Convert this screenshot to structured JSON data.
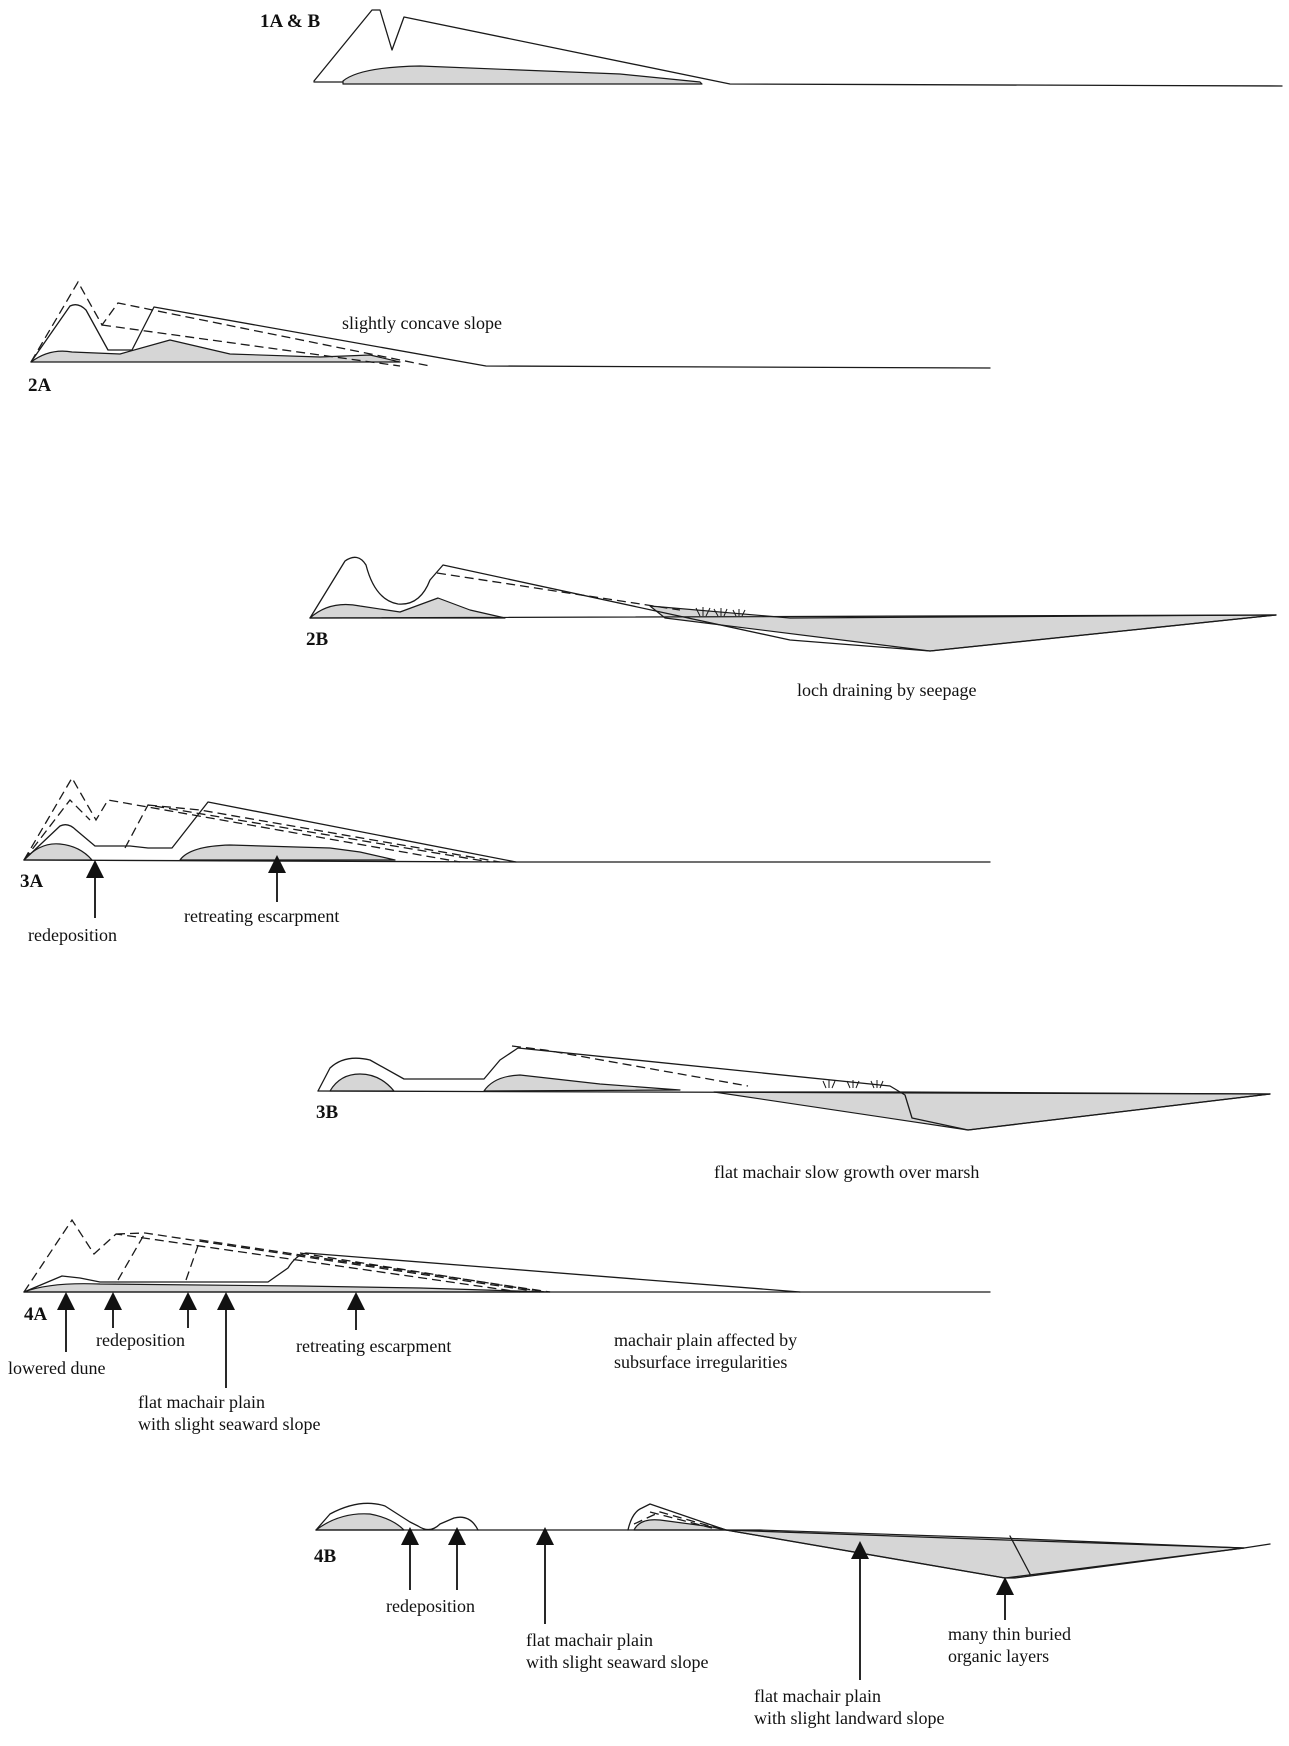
{
  "panels": {
    "p1": {
      "tag": "1A & B"
    },
    "p2a": {
      "tag": "2A",
      "note": "slightly concave slope"
    },
    "p2b": {
      "tag": "2B",
      "note": "loch draining by seepage"
    },
    "p3a": {
      "tag": "3A",
      "redeposition": "redeposition",
      "retreating": "retreating escarpment"
    },
    "p3b": {
      "tag": "3B",
      "note": "flat machair slow growth over marsh"
    },
    "p4a": {
      "tag": "4A",
      "lowered_dune": "lowered dune",
      "redeposition": "redeposition",
      "flat_line1": "flat machair plain",
      "flat_line2": "with slight seaward slope",
      "retreating": "retreating escarpment",
      "affected_line1": "machair plain affected by",
      "affected_line2": "subsurface irregularities"
    },
    "p4b": {
      "tag": "4B",
      "redeposition": "redeposition",
      "seaward_line1": "flat machair plain",
      "seaward_line2": "with slight seaward slope",
      "landward_line1": "flat machair plain",
      "landward_line2": "with slight landward slope",
      "organic_line1": "many thin buried",
      "organic_line2": "organic layers"
    }
  },
  "colors": {
    "line": "#1a1a1a",
    "fill": "#d6d6d6",
    "background": "#ffffff"
  }
}
